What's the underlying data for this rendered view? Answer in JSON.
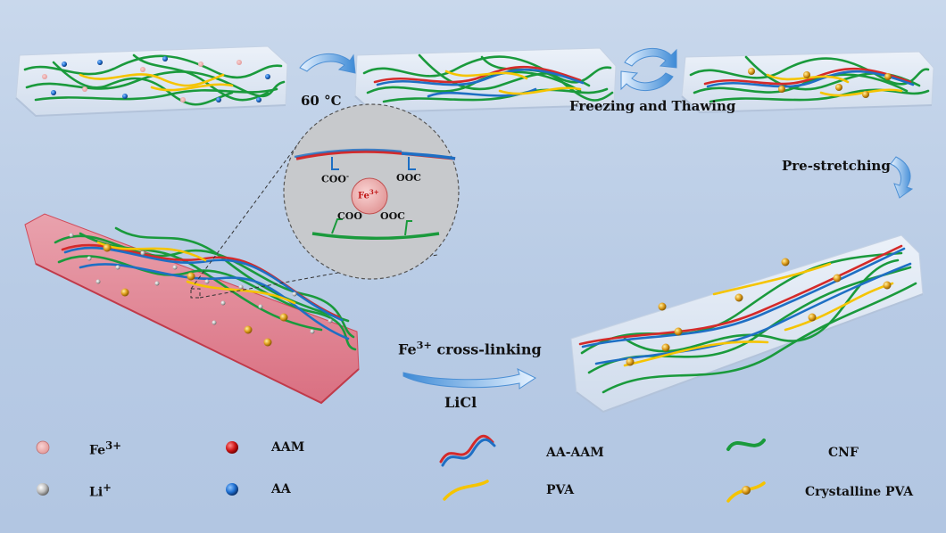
{
  "steps": {
    "heat": "60 °C",
    "freeze": "Freezing and Thawing",
    "stretch": "Pre-stretching",
    "crosslink_base": "Fe",
    "crosslink_sup": "3+",
    "crosslink_rest": " cross-linking",
    "licl": "LiCl"
  },
  "zoom": {
    "coo_minus": "COO",
    "coo_minus_sup": "-",
    "ooc_top": "OOC",
    "ion_base": "Fe",
    "ion_sup": "3+",
    "coo_bottom": "COO",
    "ooc_bottom": "OOC"
  },
  "legend": {
    "fe_base": "Fe",
    "fe_sup": "3+",
    "li_base": "Li",
    "li_sup": "+",
    "aam": "AAM",
    "aa": "AA",
    "aa_aam": "AA-AAM",
    "pva": "PVA",
    "cnf": "CNF",
    "crystalline_pva": "Crystalline PVA"
  },
  "colors": {
    "cnf": "#1a9a3c",
    "pva": "#f5c400",
    "aa": "#1e6fc4",
    "aam": "#d42a2a",
    "fe_ion": "#e8a0a0",
    "li_ion": "#cfcfcf",
    "crystal": "#d99a1a",
    "arrow": "#5aa0e0"
  },
  "icons": [
    "curved-arrow-icon",
    "cycle-arrow-icon",
    "down-arrow-icon",
    "left-arrow-icon"
  ]
}
